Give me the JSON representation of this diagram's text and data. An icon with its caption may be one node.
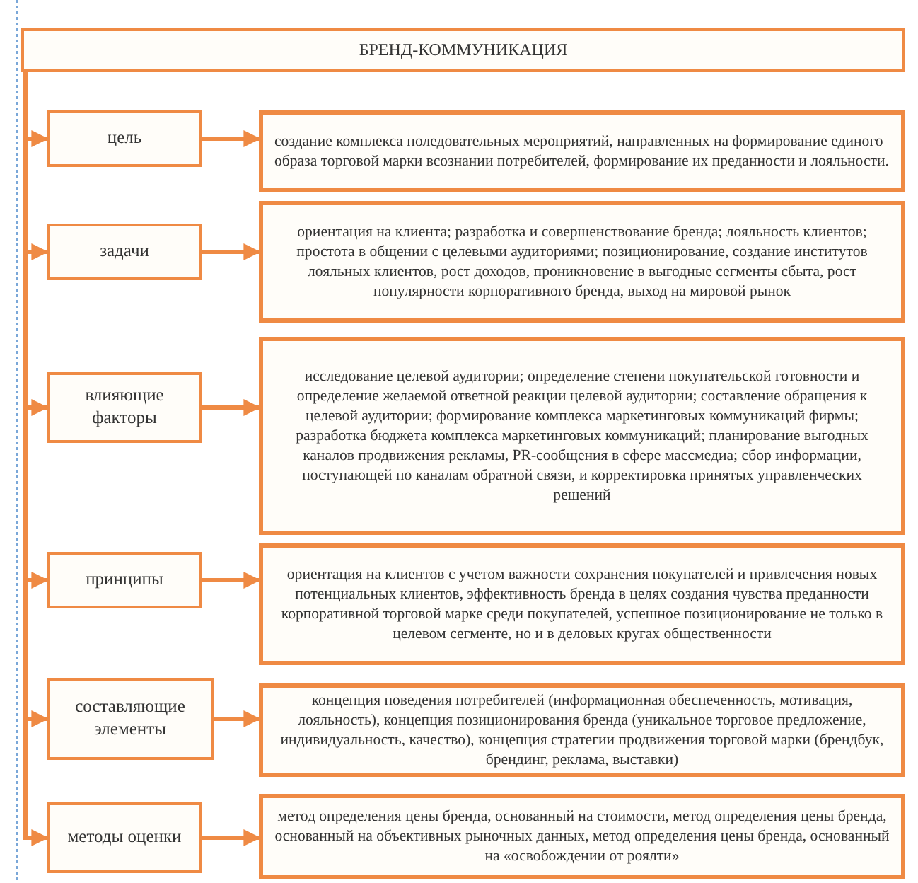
{
  "diagram": {
    "nodes": [
      {
        "text": [
          "БРЕНД-КОММУНИКАЦИЯ"
        ]
      },
      {
        "text": [
          "цель"
        ]
      },
      {
        "text": [
          "создание комплекса поледовательных мероприятий, направленных на формирование единого образа торговой марки всознании потребителей, формирование их преданности и лояльности."
        ]
      },
      {
        "text": [
          "задачи"
        ]
      },
      {
        "text": [
          "ориентация на клиента; разработка и совершенствование бренда; лояльность клиентов; простота в общении с целевыми аудиториями; позиционирование, создание институтов лояльных клиентов, рост доходов, проникновение в выгодные сегменты сбыта, рост популярности корпоративного бренда, выход на мировой рынок"
        ]
      },
      {
        "text": [
          "влияющие факторы"
        ]
      },
      {
        "text": [
          "исследование целевой аудитории; определение степени покупательской готовности и определение желаемой ответной реакции целевой аудитории; составление обращения к целевой аудитории; формирование комплекса маркетинговых коммуникаций фирмы; разработка бюджета комплекса маркетинговых коммуникаций; планирование выгодных каналов продвижения рекламы, PR-сообщения в сфере массмедиа; сбор информации, поступающей по каналам обратной связи, и корректировка принятых управленческих решений"
        ]
      },
      {
        "text": [
          "принципы"
        ]
      },
      {
        "text": [
          "ориентация на клиентов с учетом важности сохранения покупателей и привлечения новых потенциальных клиентов, эффективность бренда в целях создания чувства преданности корпоративной торговой марке среди покупателей, успешное позиционирование не только в целевом сегменте, но и в деловых кругах общественности"
        ]
      },
      {
        "text": [
          "составляющие элементы"
        ]
      },
      {
        "text": [
          "концепция поведения потребителей (информационная обеспеченность, мотивация, лояльность), концепция позиционирования бренда (уникальное торговое предложение, индивидуальность, качество), концепция стратегии продвижения торговой марки (брендбук, брендинг, реклама, выставки)"
        ]
      },
      {
        "text": [
          "методы оценки"
        ]
      },
      {
        "text": [
          "метод определения цены бренда, основанный на стоимости, метод определения цены бренда, основанный на объективных рыночных данных, метод определения цены бренда, основанный на «освобождении от роялти»"
        ]
      }
    ],
    "edges": [
      {
        "from": 0,
        "to": 1,
        "arrow": "to"
      },
      {
        "from": 1,
        "to": 2,
        "arrow": "to"
      },
      {
        "from": 0,
        "to": 3,
        "arrow": "to"
      },
      {
        "from": 3,
        "to": 4,
        "arrow": "to"
      },
      {
        "from": 0,
        "to": 5,
        "arrow": "to"
      },
      {
        "from": 5,
        "to": 6,
        "arrow": "to"
      },
      {
        "from": 0,
        "to": 7,
        "arrow": "to"
      },
      {
        "from": 7,
        "to": 8,
        "arrow": "to"
      },
      {
        "from": 0,
        "to": 9,
        "arrow": "to"
      },
      {
        "from": 9,
        "to": 10,
        "arrow": "to"
      },
      {
        "from": 0,
        "to": 11,
        "arrow": "to"
      },
      {
        "from": 11,
        "to": 12,
        "arrow": "to"
      }
    ]
  }
}
